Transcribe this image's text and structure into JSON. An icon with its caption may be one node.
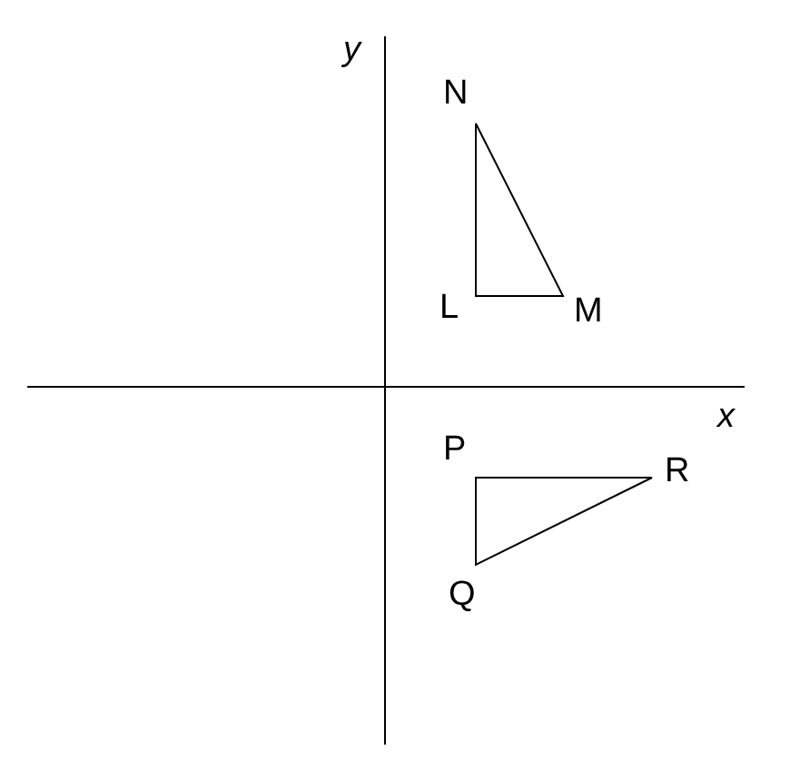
{
  "diagram": {
    "labels": [
      "y",
      "N",
      "L",
      "M",
      "x",
      "P",
      "R",
      "Q"
    ]
  }
}
